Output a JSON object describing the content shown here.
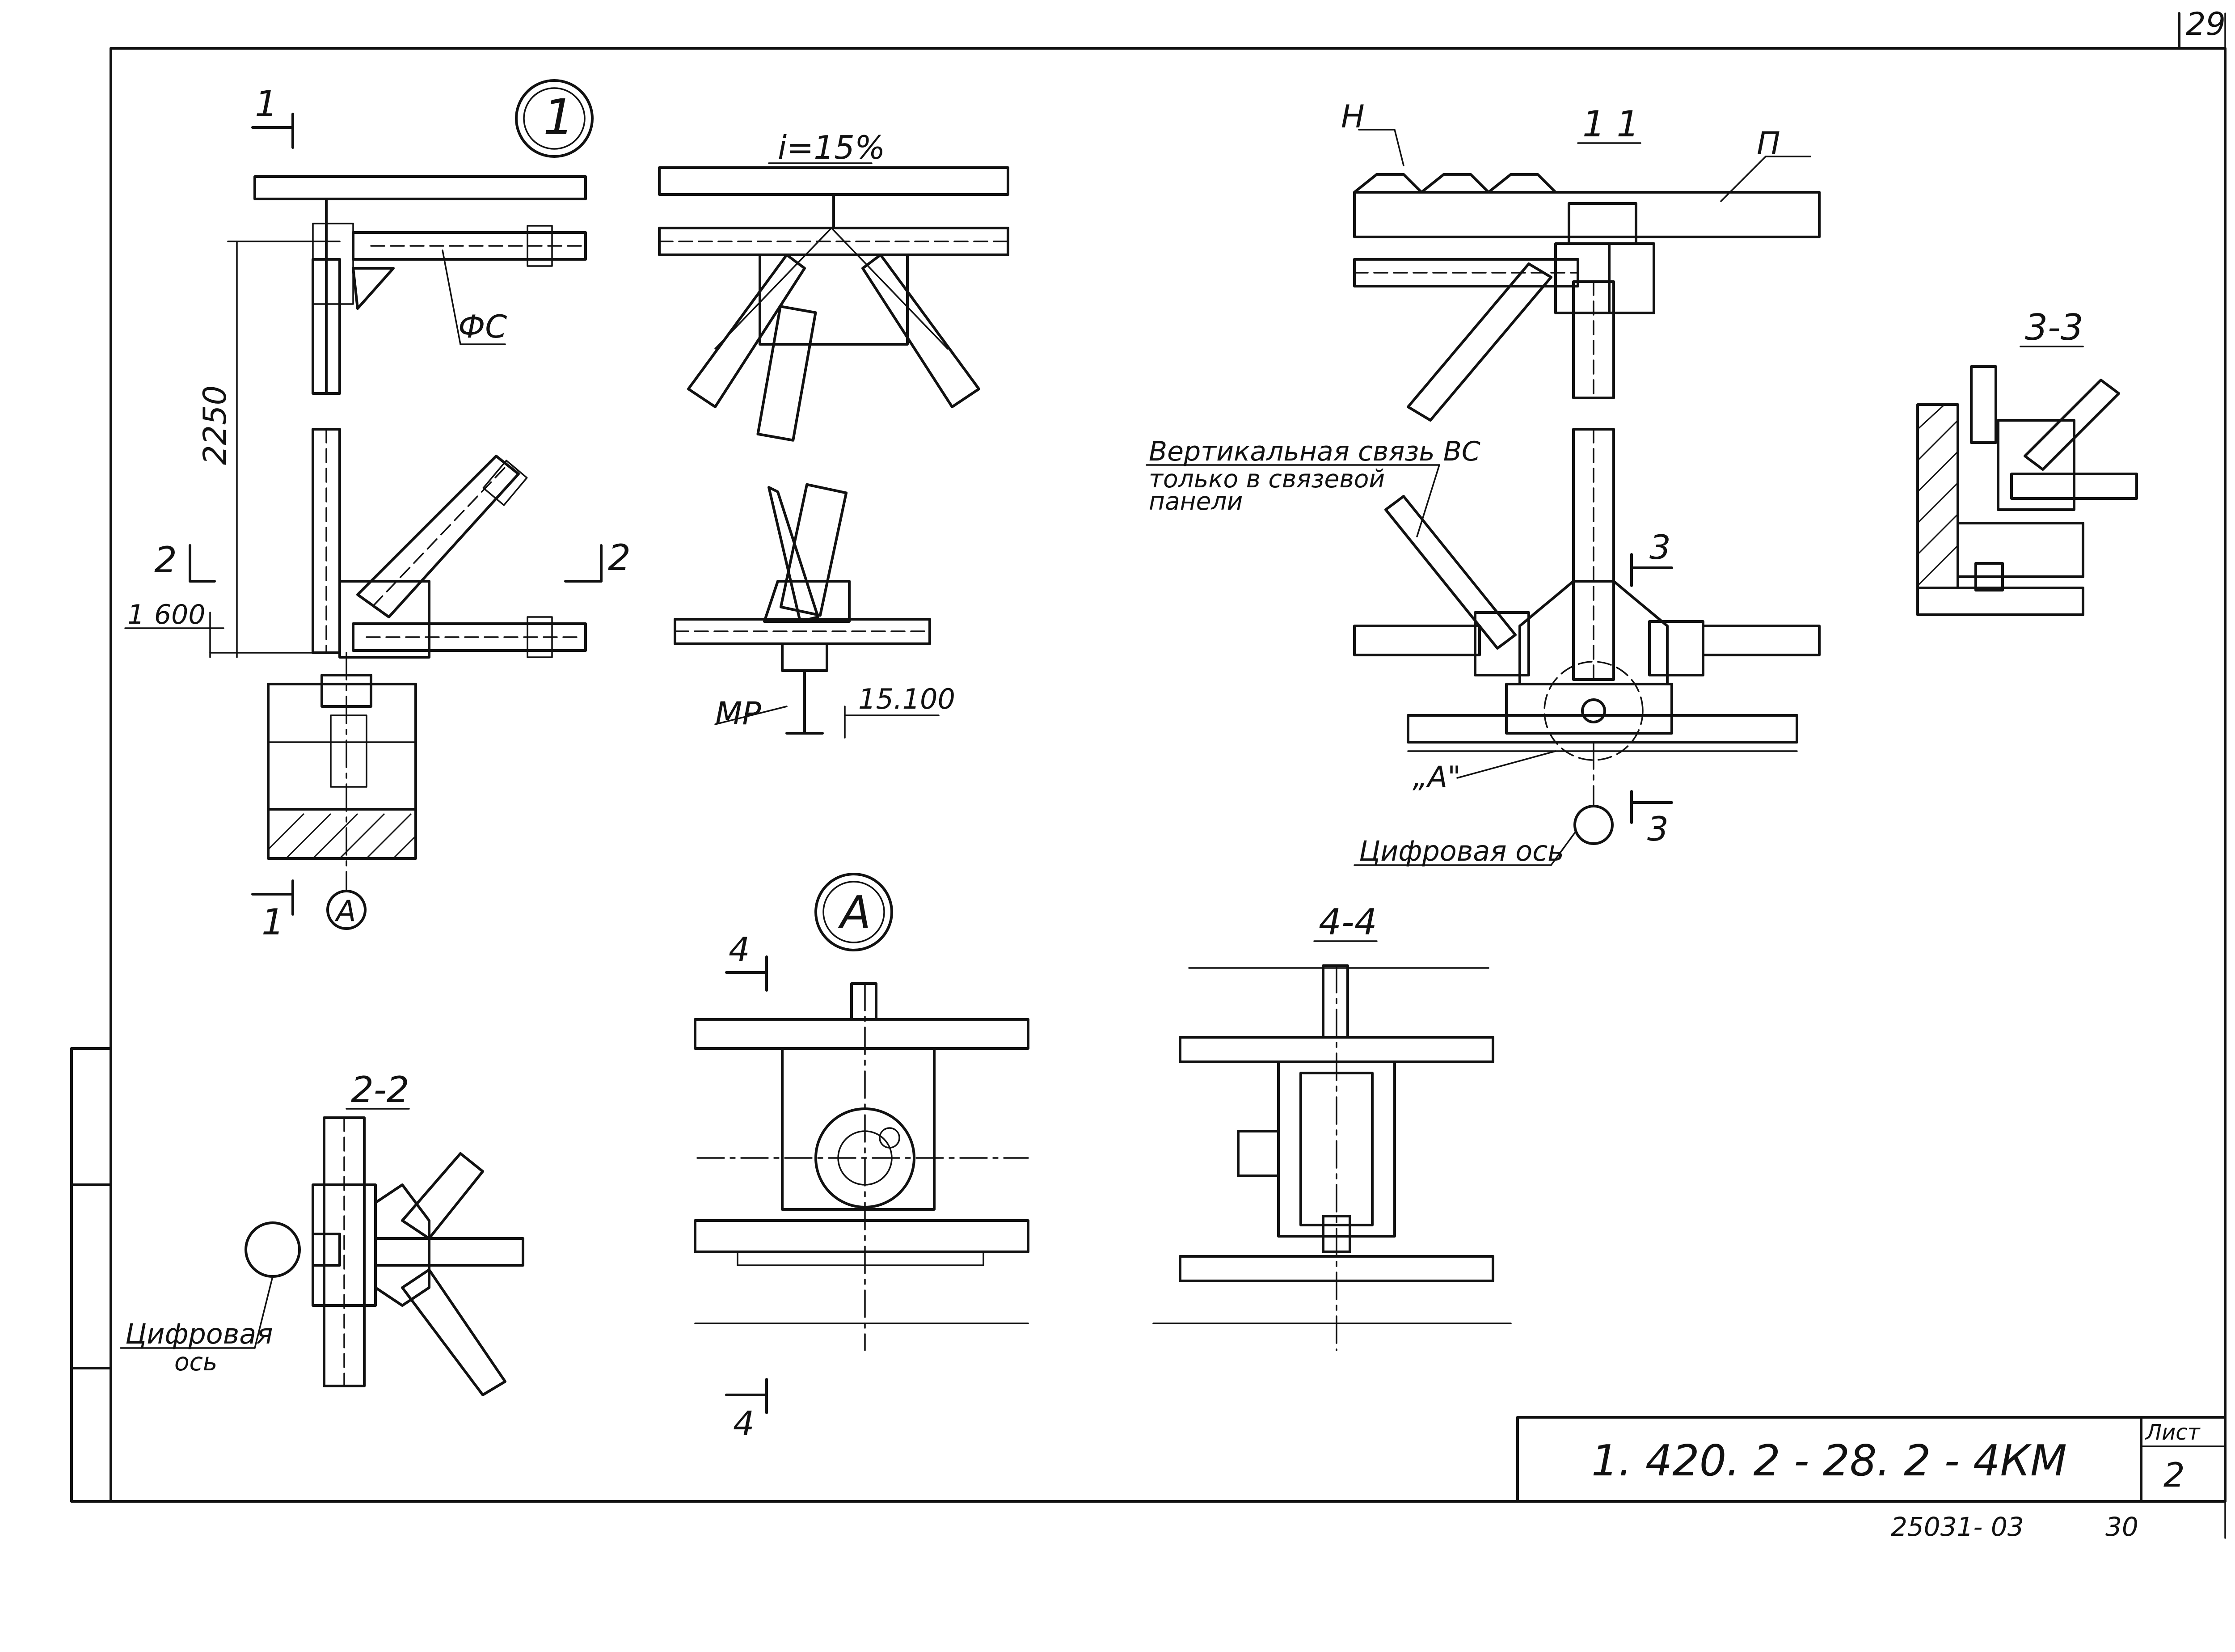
{
  "sheet_corner_number": "29",
  "labels": {
    "node1_circle": "1",
    "cut_1_top": "1",
    "cut_1_bottom": "1",
    "dim_2250": "2250",
    "cut_2_left": "2",
    "cut_2_right": "2",
    "dim_600": "600",
    "mark_1": "1",
    "mark_fs": "ФС",
    "axis_a": "A",
    "slope": "i=15%",
    "mark_mr": "МР",
    "elev_15100": "15.100",
    "title_11": "1 1",
    "mark_n": "Н",
    "mark_p": "П",
    "vbrace_line1": "Вертикальная связь ВС",
    "vbrace_line2": "только в связевой",
    "vbrace_line3": "панели",
    "cut_3_top": "3",
    "cut_3_bottom": "3",
    "callout_a": "„А\"",
    "digital_axis_right": "Цифровая ось",
    "title_33": "3-3",
    "nodeA_circle": "A",
    "cut_4_top": "4",
    "cut_4_bottom": "4",
    "title_44": "4-4",
    "title_22": "2-2",
    "digital_axis_left_1": "Цифровая",
    "digital_axis_left_2": "ось",
    "designation": "1. 420. 2 - 28. 2 - 4КМ",
    "sheet_label": "Лист",
    "sheet_number": "2",
    "footer_code": "25031- 03",
    "footer_num": "30"
  }
}
